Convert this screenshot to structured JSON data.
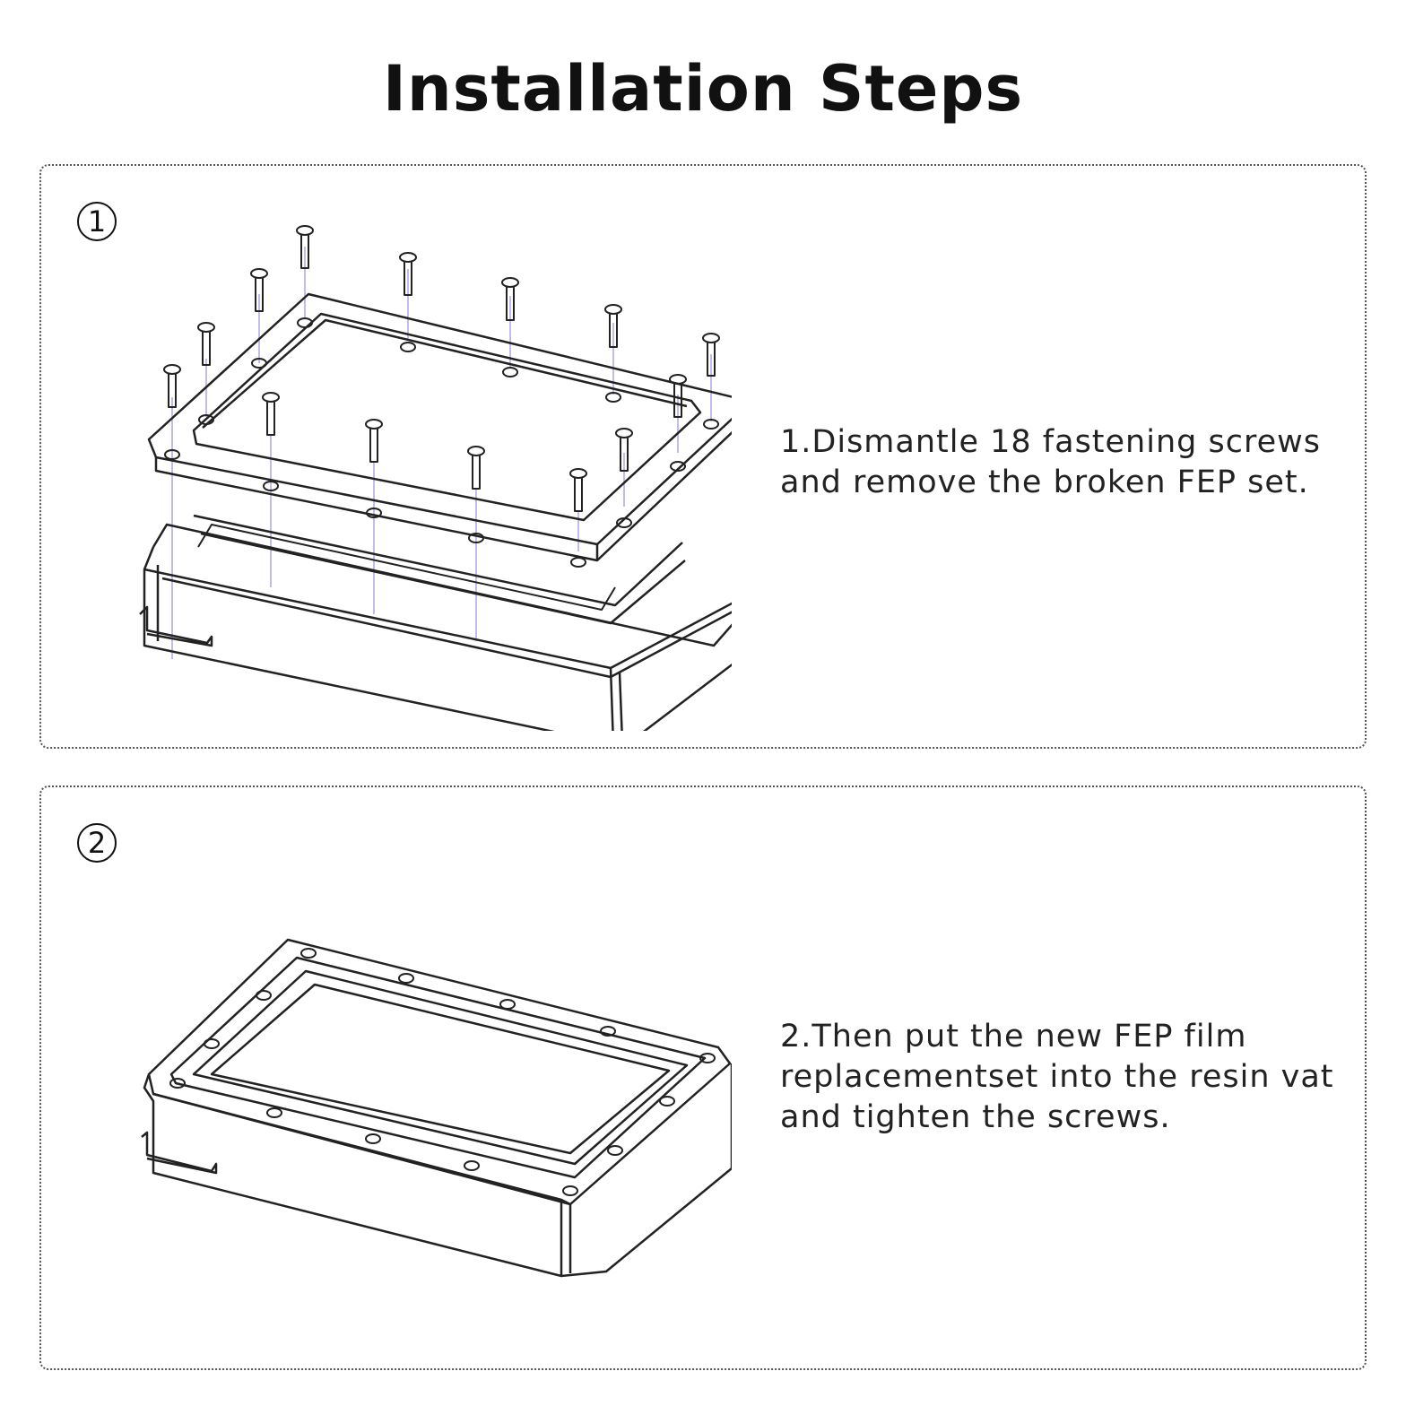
{
  "title": "Installation Steps",
  "steps": [
    {
      "number": "1",
      "lines": [
        "1.Dismantle 18 fastening screws",
        "and remove the broken FEP set."
      ],
      "illustration": "vat-disassembly-diagram"
    },
    {
      "number": "2",
      "lines": [
        "2.Then put the new FEP film",
        "replacementset into the resin vat",
        "and tighten the screws."
      ],
      "illustration": "vat-assembled-diagram"
    }
  ],
  "colors": {
    "line": "#222222",
    "guide": "#a9a9e0",
    "border": "#555555"
  }
}
